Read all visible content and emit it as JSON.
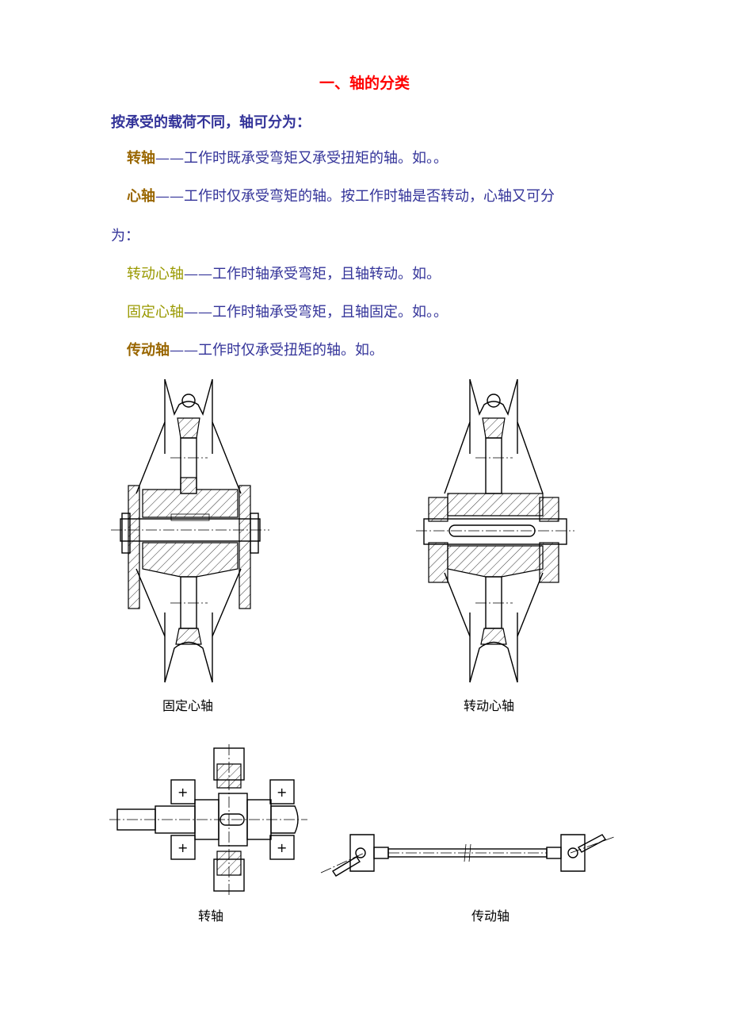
{
  "heading": "一、轴的分类",
  "intro": "按承受的载荷不同，轴可分为：",
  "items": [
    {
      "term": "转轴",
      "desc": "——工作时既承受弯矩又承受扭矩的轴。如。。"
    },
    {
      "term": "心轴",
      "desc": "——工作时仅承受弯矩的轴。按工作时轴是否转动，心轴又可分",
      "cont": "为："
    },
    {
      "term": "转动心轴",
      "desc": "——工作时轴承受弯矩，且轴转动。如。"
    },
    {
      "term": "固定心轴",
      "desc": "——工作时轴承受弯矩，且轴固定。如。。"
    },
    {
      "term": "传动轴",
      "desc": "——工作时仅承受扭矩的轴。如。"
    }
  ],
  "figures": [
    {
      "caption": "固定心轴"
    },
    {
      "caption": "转动心轴"
    },
    {
      "caption": "转轴"
    },
    {
      "caption": "传动轴"
    }
  ],
  "colors": {
    "heading": "#ff0000",
    "body_text": "#333399",
    "term_brown": "#996600",
    "term_olive": "#999900"
  }
}
